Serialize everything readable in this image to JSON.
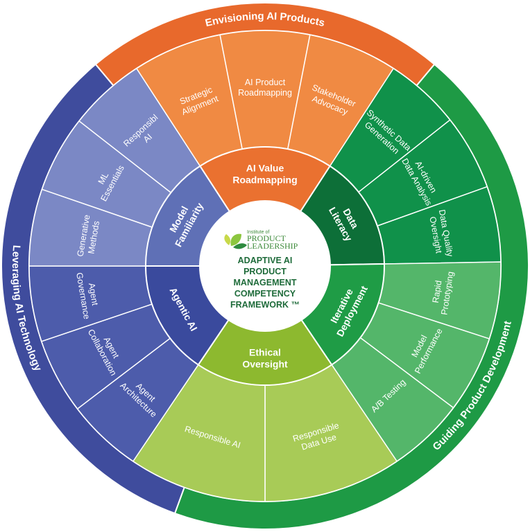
{
  "framework": {
    "title_lines": [
      "ADAPTIVE AI",
      "PRODUCT",
      "MANAGEMENT",
      "COMPETENCY",
      "FRAMEWORK ™"
    ],
    "logo": {
      "line1": "Institute of",
      "line2": "PRODUCT",
      "line3": "LEADERSHIP"
    }
  },
  "outer_categories": [
    {
      "id": "envisioning",
      "label": "Envisioning AI Products",
      "color": "#e8692c",
      "start": -40,
      "end": 40
    },
    {
      "id": "guiding",
      "label": "Guiding Product Development",
      "color": "#1e9a45",
      "start": 40,
      "end": 200
    },
    {
      "id": "leveraging",
      "label": "Leveraging AI Technology",
      "color": "#3f4c9d",
      "start": 200,
      "end": 320
    }
  ],
  "competencies": [
    {
      "id": "ai-value-roadmapping",
      "label_lines": [
        "AI Value",
        "Roadmapping"
      ],
      "color": "#ea7130",
      "leaf_color": "#f08a43",
      "start": -33,
      "end": 33,
      "leaves": [
        {
          "lines": [
            "Strategic",
            "Alignment"
          ]
        },
        {
          "lines": [
            "AI Product",
            "Roadmapping"
          ]
        },
        {
          "lines": [
            "Stakeholder",
            "Advocacy"
          ]
        }
      ]
    },
    {
      "id": "data-literacy",
      "label_lines": [
        "Data",
        "Literacy"
      ],
      "color": "#0d6f38",
      "leaf_color": "#10914a",
      "start": 33,
      "end": 89,
      "leaves": [
        {
          "lines": [
            "Synthetic Data",
            "Generation"
          ]
        },
        {
          "lines": [
            "AI-driven",
            "Data Analysis"
          ]
        },
        {
          "lines": [
            "Data Quality",
            "Oversight"
          ]
        }
      ]
    },
    {
      "id": "iterative-deployment",
      "label_lines": [
        "Iterative",
        "Deployment"
      ],
      "color": "#1f9c46",
      "leaf_color": "#54b66a",
      "start": 89,
      "end": 146,
      "leaves": [
        {
          "lines": [
            "Rapid",
            "Prototyping"
          ]
        },
        {
          "lines": [
            "Model",
            "Performance"
          ]
        },
        {
          "lines": [
            "A/B Testing"
          ]
        }
      ]
    },
    {
      "id": "ethical-oversight",
      "label_lines": [
        "Ethical",
        "Oversight"
      ],
      "color": "#8db92f",
      "leaf_color": "#a8cb57",
      "start": 146,
      "end": 214,
      "leaves": [
        {
          "lines": [
            "Responsible",
            "Data Use"
          ]
        },
        {
          "lines": [
            "Responsible AI"
          ]
        }
      ]
    },
    {
      "id": "agentic-ai",
      "label_lines": [
        "Agentic AI"
      ],
      "color": "#3a4a9d",
      "leaf_color": "#4d5cab",
      "start": 214,
      "end": 270,
      "leaves": [
        {
          "lines": [
            "Agent",
            "Architecture"
          ]
        },
        {
          "lines": [
            "Agent",
            "Collaboration"
          ]
        },
        {
          "lines": [
            "Agent",
            "Governance"
          ]
        }
      ]
    },
    {
      "id": "model-familiarity",
      "label_lines": [
        "Model",
        "Familiarity"
      ],
      "color": "#5f70b6",
      "leaf_color": "#7b88c5",
      "start": 270,
      "end": 327,
      "leaves": [
        {
          "lines": [
            "Generative",
            "Methods"
          ]
        },
        {
          "lines": [
            "ML",
            "Essentials"
          ]
        },
        {
          "lines": [
            "Responsibl",
            "AI"
          ]
        }
      ]
    }
  ]
}
